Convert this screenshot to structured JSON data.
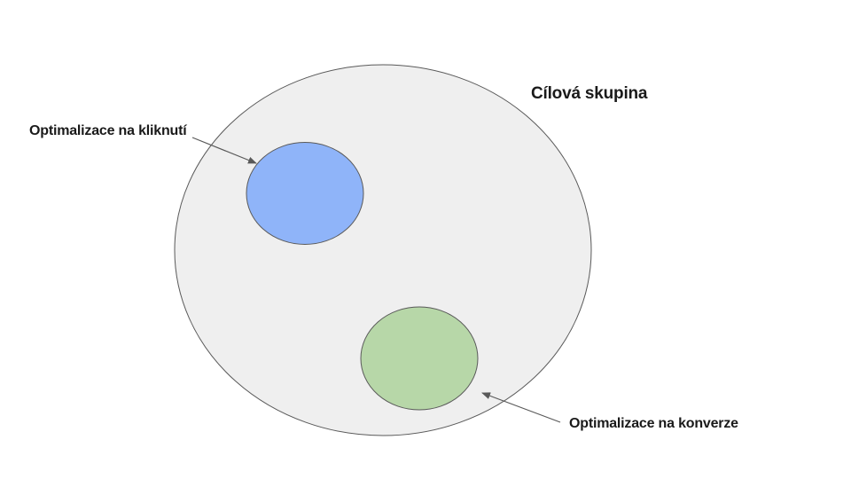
{
  "labels": {
    "target_group": "Cílová skupina",
    "click_optimization": "Optimalizace na kliknutí",
    "conversion_optimization": "Optimalizace na konverze"
  },
  "colors": {
    "background": "#ffffff",
    "target_group_fill": "#efefef",
    "click_fill": "#8fb4f9",
    "conversion_fill": "#b7d7a8",
    "outline": "#595959",
    "arrow": "#595959"
  }
}
